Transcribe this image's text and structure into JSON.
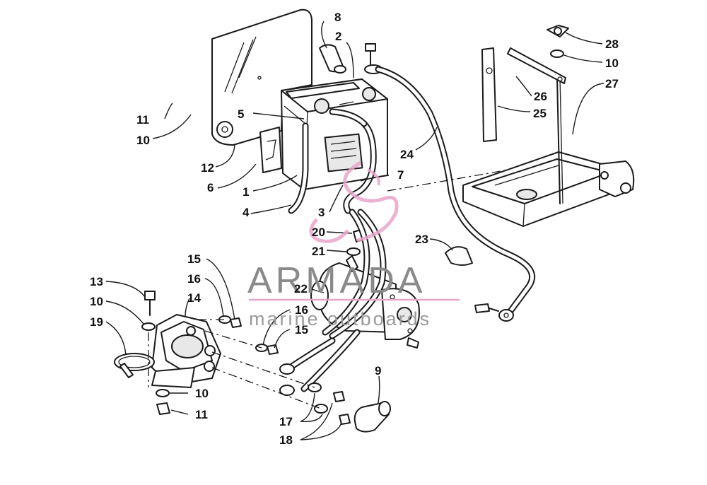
{
  "diagram": {
    "callouts": [
      "8",
      "2",
      "11",
      "10",
      "5",
      "12",
      "6",
      "1",
      "4",
      "3",
      "7",
      "20",
      "21",
      "24",
      "25",
      "26",
      "27",
      "28",
      "10",
      "23",
      "22",
      "15",
      "16",
      "13",
      "10",
      "14",
      "19",
      "16",
      "15",
      "10",
      "11",
      "17",
      "18",
      "9"
    ]
  },
  "watermark": {
    "brand": "ARMADA",
    "tagline": "marine outboards",
    "colors": {
      "brand": "#8a8a8a",
      "tagline": "#9a9a9a",
      "logo": "#e8a6c9"
    }
  }
}
